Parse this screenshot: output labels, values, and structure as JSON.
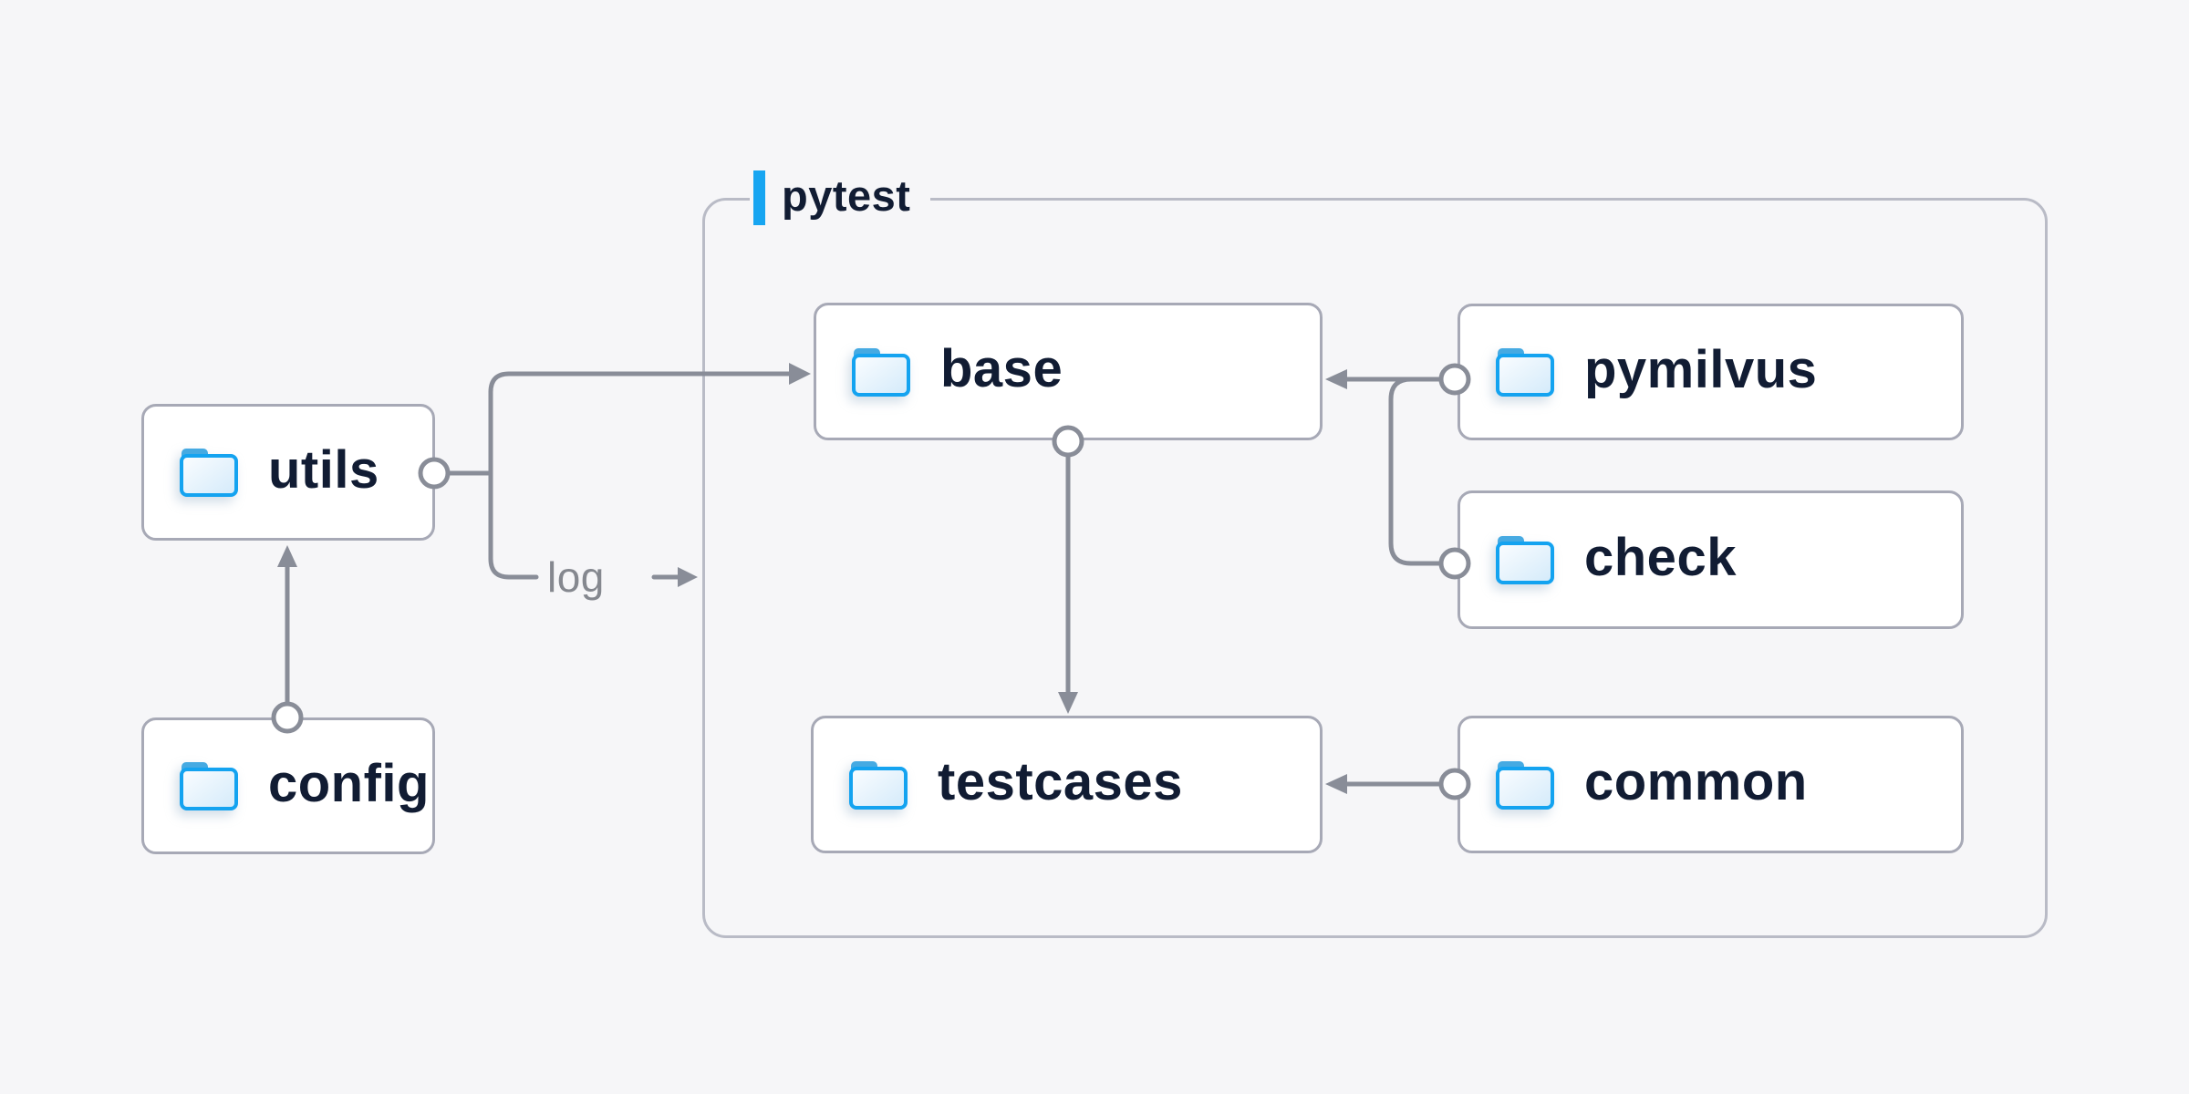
{
  "container": {
    "label": "pytest"
  },
  "nodes": {
    "utils": {
      "label": "utils"
    },
    "config": {
      "label": "config"
    },
    "base": {
      "label": "base"
    },
    "pymilvus": {
      "label": "pymilvus"
    },
    "check": {
      "label": "check"
    },
    "testcases": {
      "label": "testcases"
    },
    "common": {
      "label": "common"
    }
  },
  "edge_label": {
    "text": "log"
  },
  "edges": [
    {
      "from": "utils",
      "to": "base",
      "style": "arrow, circle at utils right edge, routed up over group border"
    },
    {
      "from": "utils",
      "to": "log",
      "style": "branch down to log label, small arrow pointing into group"
    },
    {
      "from": "config",
      "to": "utils",
      "style": "arrow up, circle at config top edge"
    },
    {
      "from": "base",
      "to": "testcases",
      "style": "arrow down, circle at base bottom edge"
    },
    {
      "from": "pymilvus",
      "to": "base",
      "style": "arrow left, circle at pymilvus left edge"
    },
    {
      "from": "check",
      "to": "base",
      "style": "circle at check left edge, merges into pymilvus-base line"
    },
    {
      "from": "common",
      "to": "testcases",
      "style": "arrow left, circle at common left edge"
    }
  ],
  "icons": {
    "node_icon": "folder-icon",
    "group_marker": "accent-bar"
  },
  "colors": {
    "background": "#f6f6f8",
    "node_fill": "#ffffff",
    "node_border": "#a7a9b6",
    "group_border": "#b9bbc6",
    "text_dark": "#111c33",
    "line_gray": "#898d98",
    "edge_label_gray": "#85888f",
    "accent_blue": "#17a5f1",
    "folder_stroke": "#14a3f0",
    "folder_tab": "#46aae2",
    "folder_fill_light": "#f8fcff",
    "folder_fill_dark": "#d3eafa"
  }
}
